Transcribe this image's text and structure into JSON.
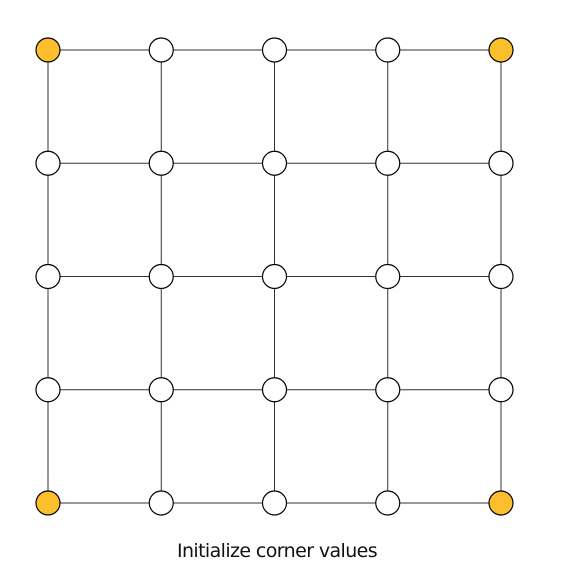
{
  "diagram": {
    "caption": "Initialize corner values",
    "rows": 5,
    "cols": 5,
    "highlighted": [
      [
        0,
        0
      ],
      [
        0,
        4
      ],
      [
        4,
        0
      ],
      [
        4,
        4
      ]
    ],
    "colors": {
      "node_fill": "#ffffff",
      "node_highlight_fill": "#fbbf2e",
      "stroke": "#000000",
      "edge": "#333333"
    }
  }
}
